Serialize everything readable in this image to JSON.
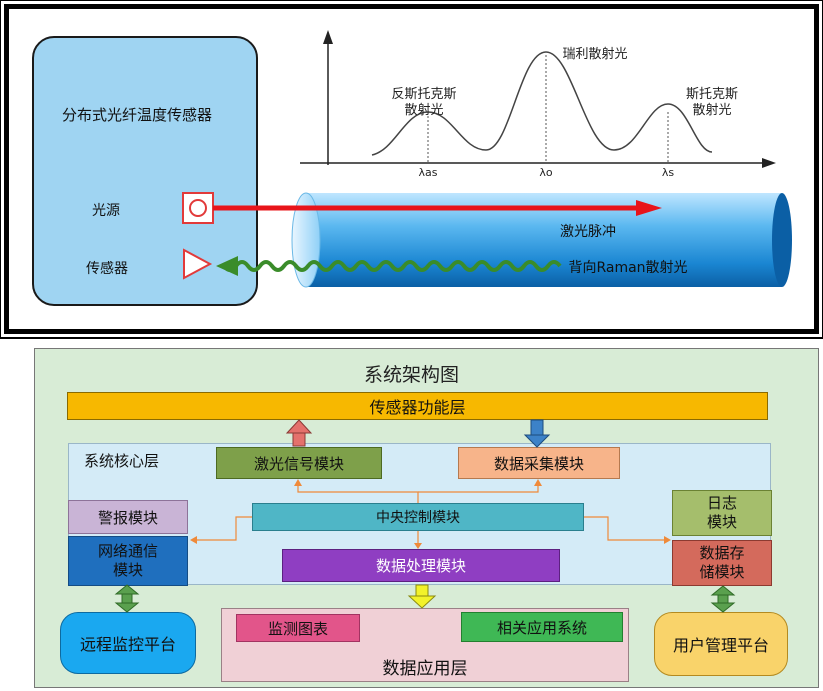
{
  "top_diagram": {
    "sensor_box_title": "分布式光纤温度传感器",
    "light_source_label": "光源",
    "sensor_label": "传感器",
    "laser_pulse_label": "激光脉冲",
    "backscatter_label": "背向Raman散射光",
    "anti_stokes_label_1": "反斯托克斯",
    "anti_stokes_label_2": "散射光",
    "rayleigh_label": "瑞利散射光",
    "stokes_label_1": "斯托克斯",
    "stokes_label_2": "散射光",
    "tick_as": "λas",
    "tick_0": "λo",
    "tick_s": "λs"
  },
  "architecture": {
    "title": "系统架构图",
    "sensor_layer": "传感器功能层",
    "core_layer": "系统核心层",
    "laser_module": "激光信号模块",
    "acquisition_module": "数据采集模块",
    "central_module": "中央控制模块",
    "alarm_module": "警报模块",
    "network_module_1": "网络通信",
    "network_module_2": "模块",
    "log_module_1": "日志",
    "log_module_2": "模块",
    "storage_module_1": "数据存",
    "storage_module_2": "储模块",
    "processing_module": "数据处理模块",
    "remote_platform": "远程监控平台",
    "monitor_chart": "监测图表",
    "related_system": "相关应用系统",
    "application_layer": "数据应用层",
    "user_platform": "用户管理平台"
  }
}
